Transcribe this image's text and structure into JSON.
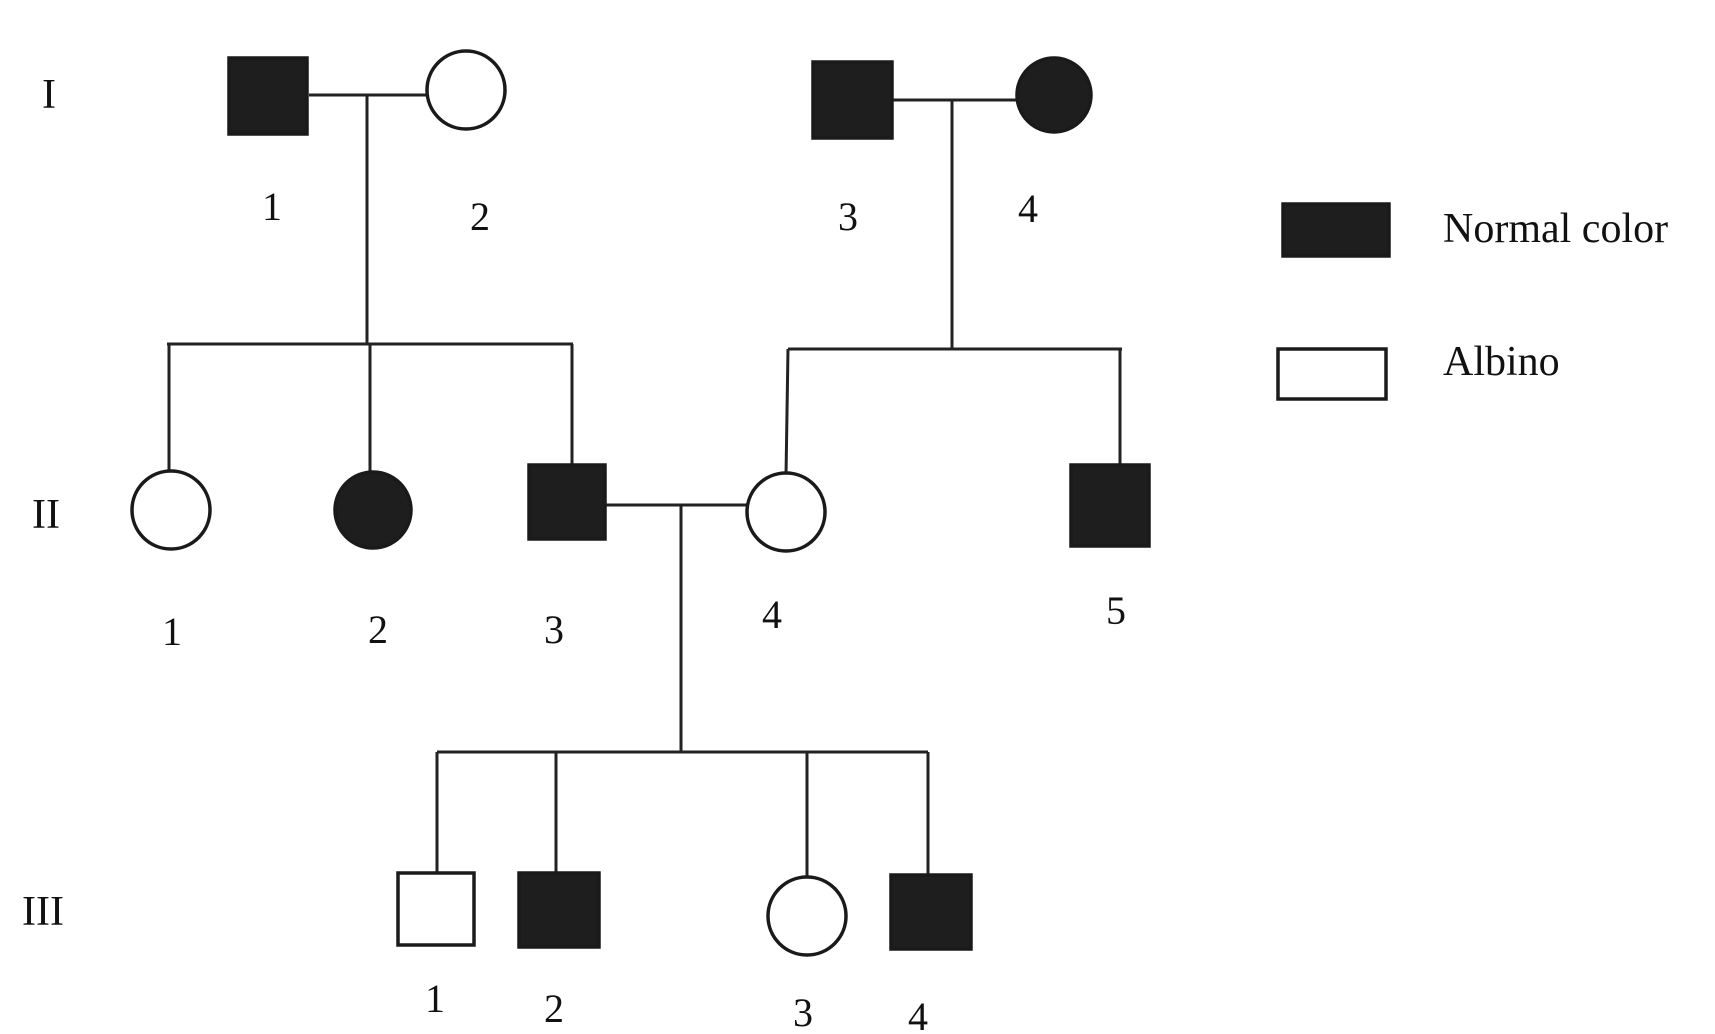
{
  "generations": [
    "I",
    "II",
    "III"
  ],
  "legend": {
    "affected_label": "Normal color",
    "unaffected_label": "Albino",
    "affected_color": "#1e1e1e",
    "unaffected_color": "#ffffff"
  },
  "individuals": {
    "I": [
      {
        "label": "1",
        "sex": "male",
        "phenotype": "Normal color"
      },
      {
        "label": "2",
        "sex": "female",
        "phenotype": "Albino"
      },
      {
        "label": "3",
        "sex": "male",
        "phenotype": "Normal color"
      },
      {
        "label": "4",
        "sex": "female",
        "phenotype": "Normal color"
      }
    ],
    "II": [
      {
        "label": "1",
        "sex": "female",
        "phenotype": "Albino"
      },
      {
        "label": "2",
        "sex": "female",
        "phenotype": "Normal color"
      },
      {
        "label": "3",
        "sex": "male",
        "phenotype": "Normal color"
      },
      {
        "label": "4",
        "sex": "female",
        "phenotype": "Albino"
      },
      {
        "label": "5",
        "sex": "male",
        "phenotype": "Normal color"
      }
    ],
    "III": [
      {
        "label": "1",
        "sex": "male",
        "phenotype": "Albino"
      },
      {
        "label": "2",
        "sex": "male",
        "phenotype": "Normal color"
      },
      {
        "label": "3",
        "sex": "female",
        "phenotype": "Albino"
      },
      {
        "label": "4",
        "sex": "male",
        "phenotype": "Normal color"
      }
    ]
  }
}
